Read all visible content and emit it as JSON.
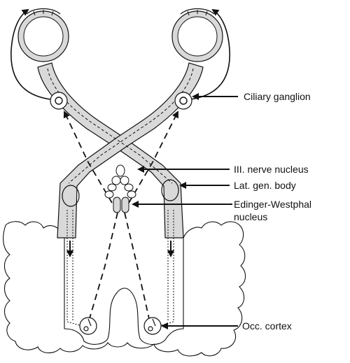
{
  "labels": {
    "ciliary_ganglion": "Ciliary ganglion",
    "third_nerve_nucleus": "III. nerve nucleus",
    "lat_gen_body": "Lat. gen. body",
    "edinger_westphal_line1": "Edinger-Westphal",
    "edinger_westphal_line2": "nucleus",
    "occ_cortex": "Occ. cortex"
  },
  "colors": {
    "line": "#111111",
    "fill": "#d9d9d9",
    "background": "#ffffff"
  }
}
